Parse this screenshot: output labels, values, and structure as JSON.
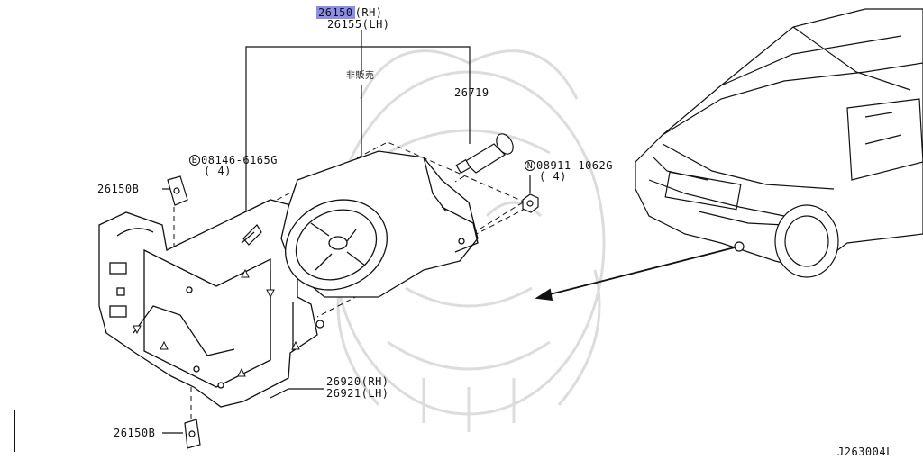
{
  "labels": {
    "p26150": "26150",
    "p26150_side": "(RH)",
    "p26155": "26155",
    "p26155_side": "(LH)",
    "not_sold": "非販売",
    "p26719": "26719",
    "bolt_code": "B",
    "bolt_part": "08146-6165G",
    "bolt_qty": "( 4)",
    "nut_code": "N",
    "nut_part": "08911-1062G",
    "nut_qty": "( 4)",
    "p26150B_top": "26150B",
    "p26150B_bottom": "26150B",
    "p26920": "26920(RH)",
    "p26921": "26921(LH)",
    "diagram_code": "J263004L"
  },
  "colors": {
    "highlight": "#8e8ee6",
    "line": "#111111",
    "watermark": "#d8d8d8"
  }
}
